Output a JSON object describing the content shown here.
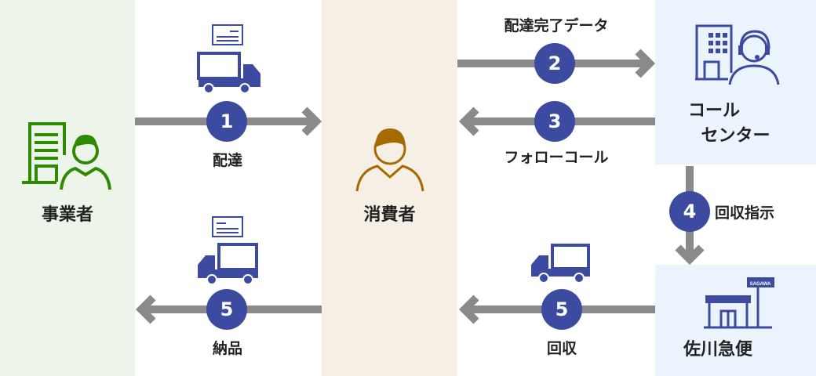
{
  "nodes": {
    "shipper": "事業者",
    "consumer": "消費者",
    "call_center_line1": "コール",
    "call_center_line2": "センター",
    "sagawa": "佐川急便",
    "sagawa_sign": "SAGAWA"
  },
  "steps": [
    {
      "num": "1",
      "label": "配達"
    },
    {
      "num": "2",
      "label": "配達完了データ"
    },
    {
      "num": "3",
      "label": "フォローコール"
    },
    {
      "num": "4",
      "label": "回収指示"
    },
    {
      "num": "5",
      "label": "回収"
    },
    {
      "num": "5",
      "label": "納品"
    }
  ],
  "colors": {
    "accent": "#3c4b9f",
    "arrow": "#8a8a8a",
    "green": "#2e8a00",
    "brown": "#a66a00"
  }
}
